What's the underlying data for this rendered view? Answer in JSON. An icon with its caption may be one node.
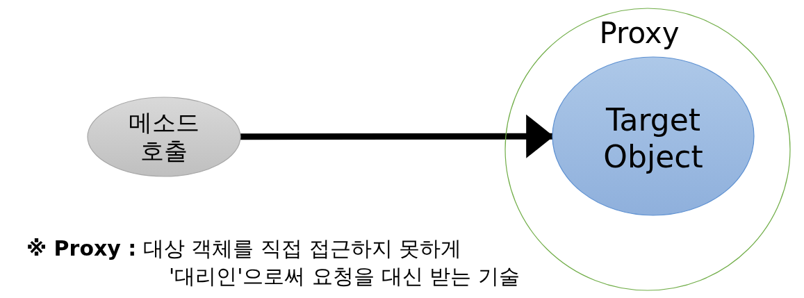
{
  "diagram": {
    "nodes": [
      {
        "text": [
          "메소드 호출"
        ]
      },
      {
        "text": [
          "Proxy"
        ]
      },
      {
        "text": [
          "Target Object"
        ],
        "in": 1
      }
    ],
    "edges": [
      {
        "from": 0,
        "to": 2,
        "arrow": "to"
      }
    ],
    "labels": [
      "**※ Proxy :** 대상 객체를 직접 접근하지 못하게 '대리인'으로써 요청을 대신 받는 기술"
    ]
  }
}
